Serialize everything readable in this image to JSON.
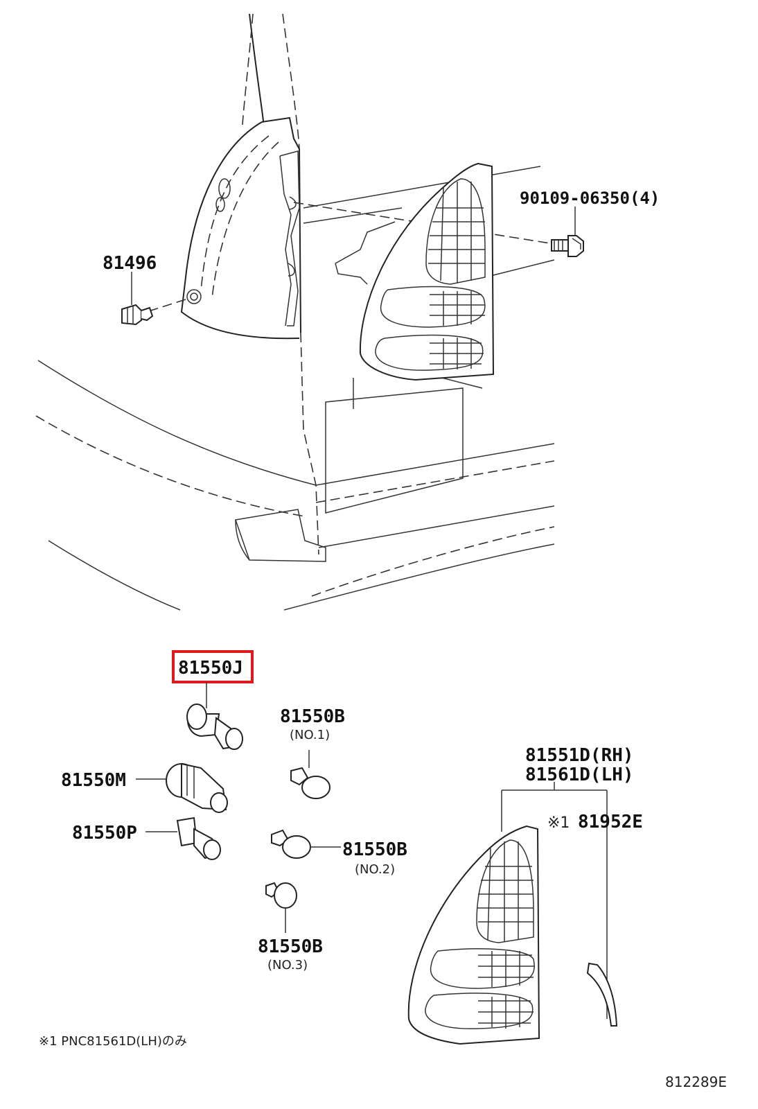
{
  "labels": {
    "screw": "90109-06350(4)",
    "clip": "81496",
    "socket_j": "81550J",
    "bulb_b1": "81550B",
    "bulb_b1_sub": "(NO.1)",
    "socket_m": "81550M",
    "socket_p": "81550P",
    "bulb_b2": "81550B",
    "bulb_b2_sub": "(NO.2)",
    "bulb_b3": "81550B",
    "bulb_b3_sub": "(NO.3)",
    "lamp_rh": "81551D(RH)",
    "lamp_lh": "81561D(LH)",
    "gasket": "81952E",
    "gasket_mark": "※1"
  },
  "footnote": "※1 PNC81561D(LH)のみ",
  "drawing_number": "812289E",
  "highlight_color": "#e0191f"
}
